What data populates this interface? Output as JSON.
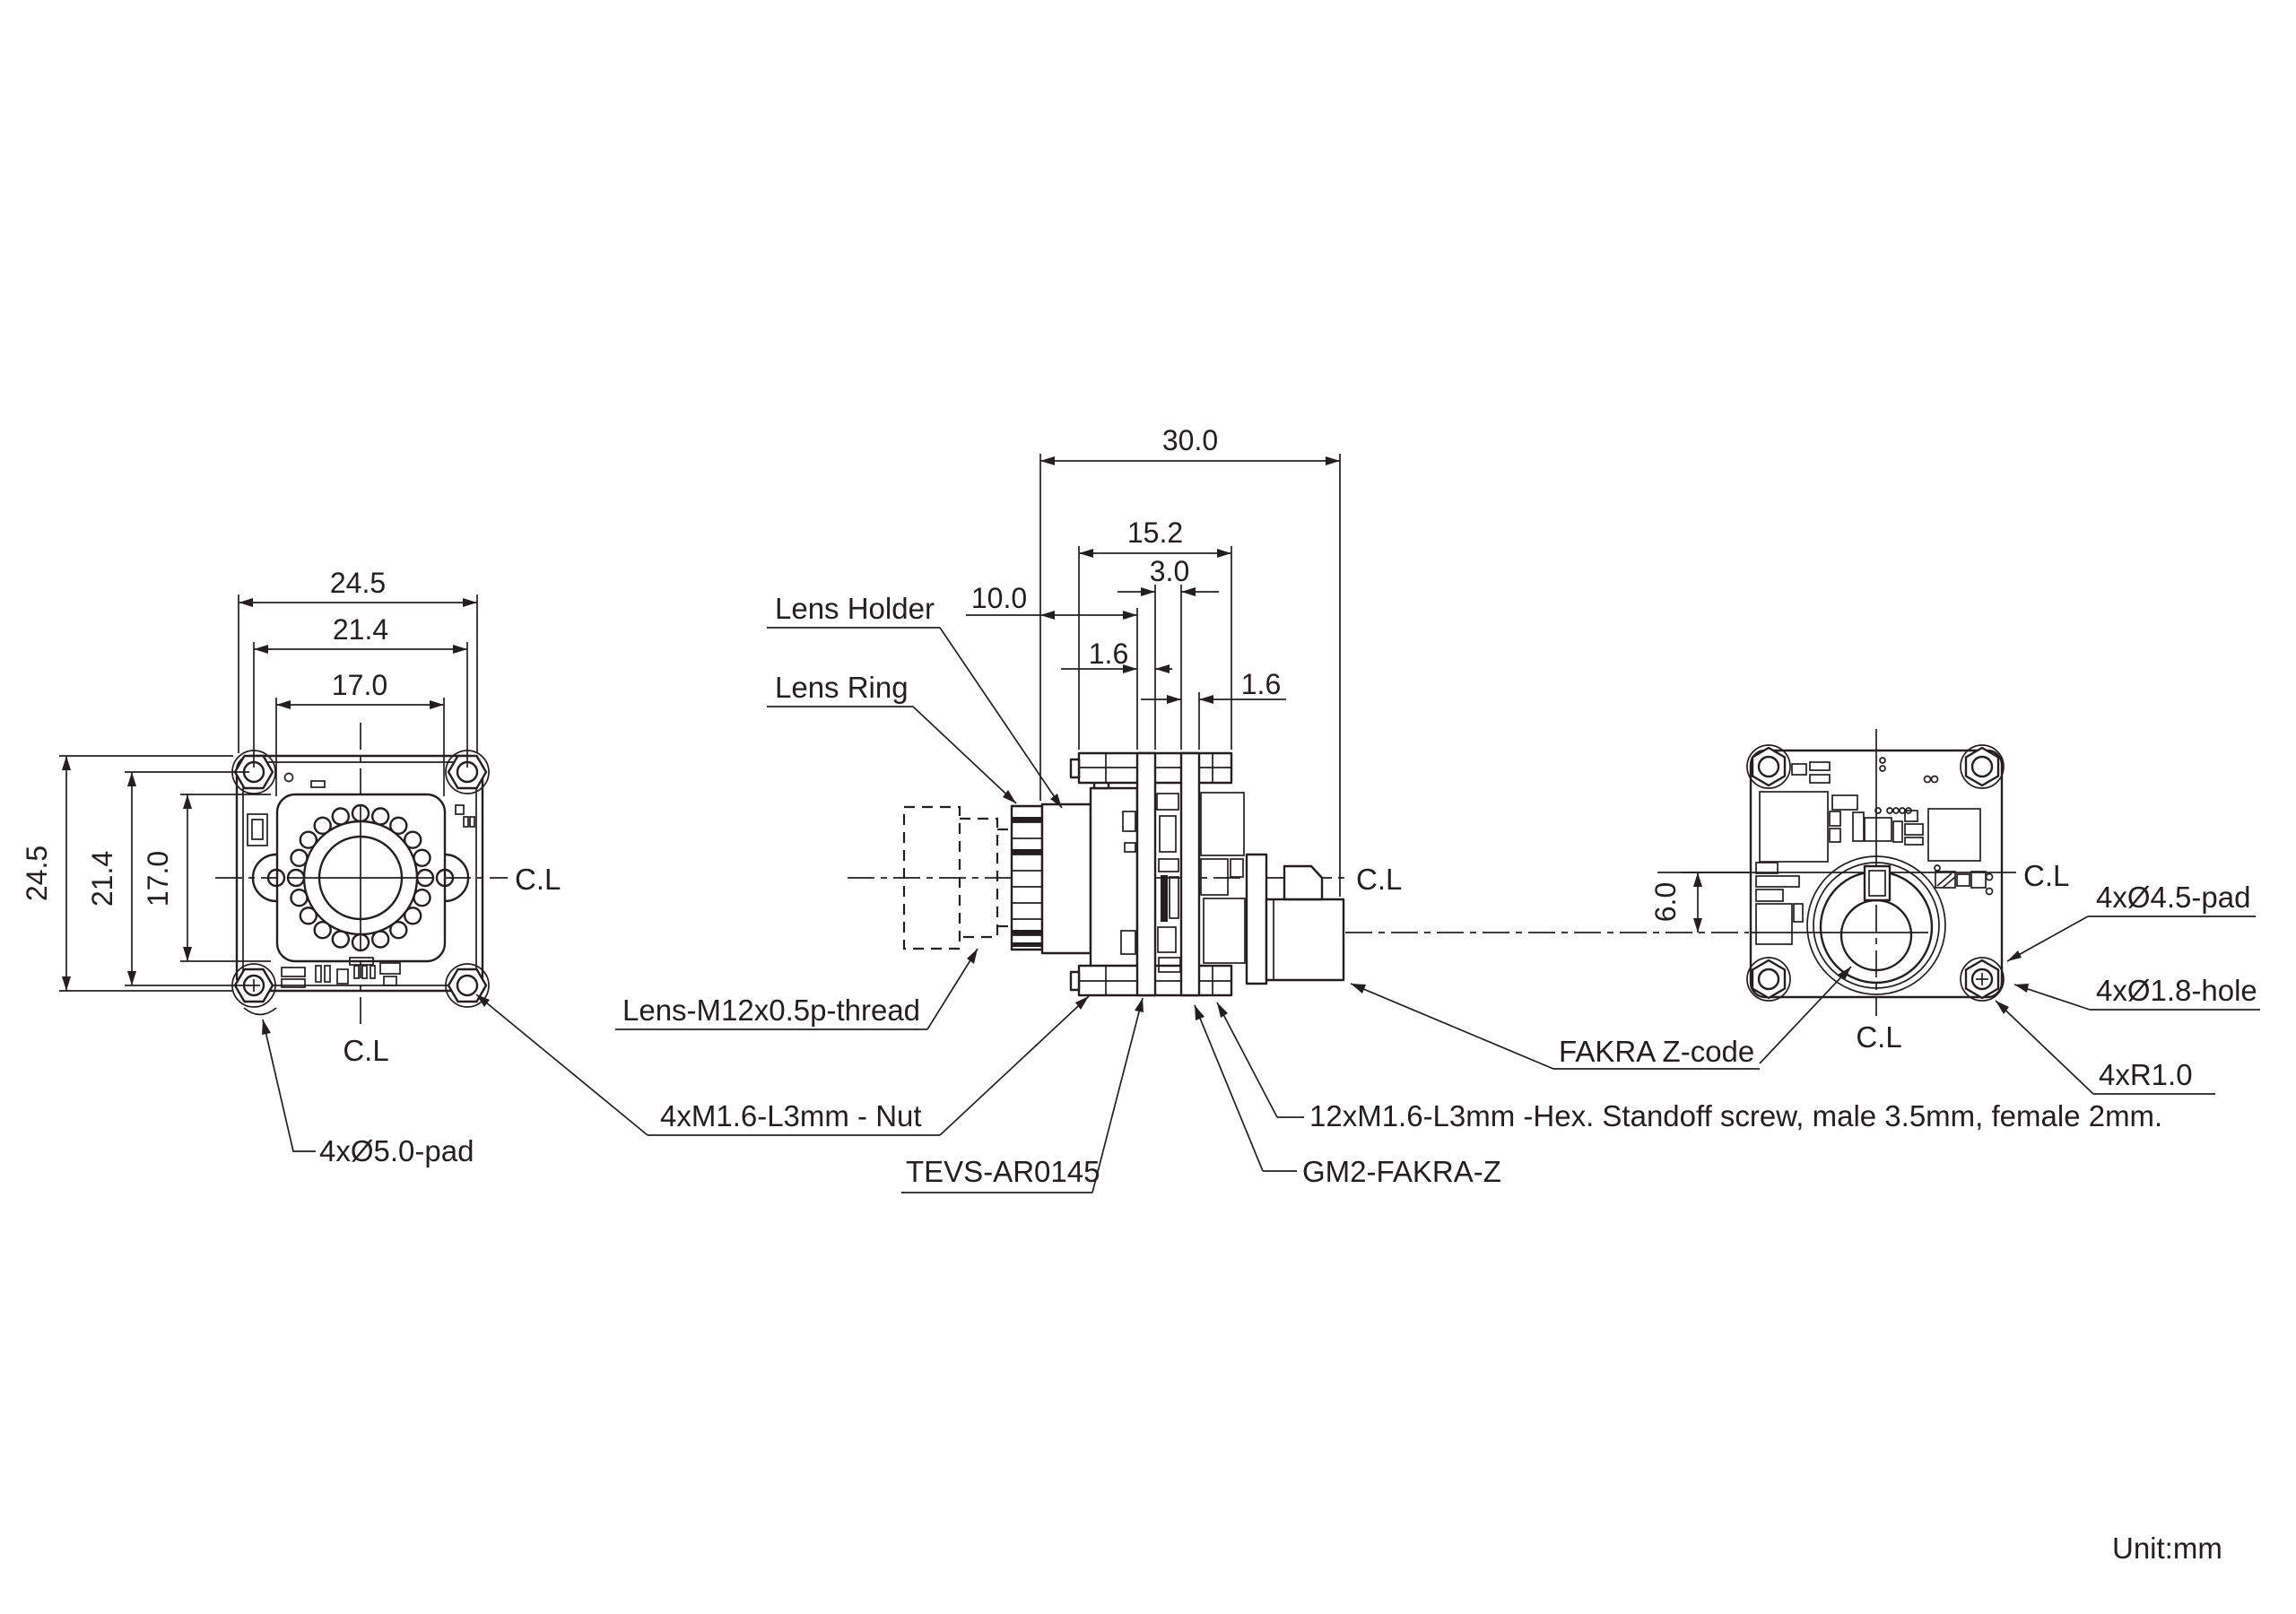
{
  "drawing": {
    "unit_label": "Unit:mm",
    "front_view": {
      "dim_width_outer": "24.5",
      "dim_width_nuts": "21.4",
      "dim_width_holes": "17.0",
      "dim_height_outer": "24.5",
      "dim_height_nuts": "21.4",
      "dim_height_holes": "17.0",
      "centerline_right": "C.L",
      "centerline_bottom": "C.L",
      "label_pad": "4xØ5.0-pad"
    },
    "side_view": {
      "dim_total_depth": "30.0",
      "dim_board_stack": "15.2",
      "dim_board_gap": "3.0",
      "dim_holder_depth": "10.0",
      "dim_pcb1_thickness": "1.6",
      "dim_pcb2_thickness": "1.6",
      "label_lens_holder": "Lens Holder",
      "label_lens_ring": "Lens Ring",
      "label_lens_thread": "Lens-M12x0.5p-thread",
      "label_nut": "4xM1.6-L3mm - Nut",
      "label_board": "TEVS-AR0145",
      "label_fakra_connector": "GM2-FAKRA-Z",
      "label_standoff": "12xM1.6-L3mm -Hex. Standoff screw, male 3.5mm, female 2mm.",
      "centerline": "C.L"
    },
    "back_view": {
      "dim_connector_offset": "6.0",
      "centerline_right": "C.L",
      "centerline_bottom": "C.L",
      "label_fakra_code": "FAKRA Z-code",
      "label_pad": "4xØ4.5-pad",
      "label_hole": "4xØ1.8-hole",
      "label_radius": "4xR1.0"
    }
  }
}
